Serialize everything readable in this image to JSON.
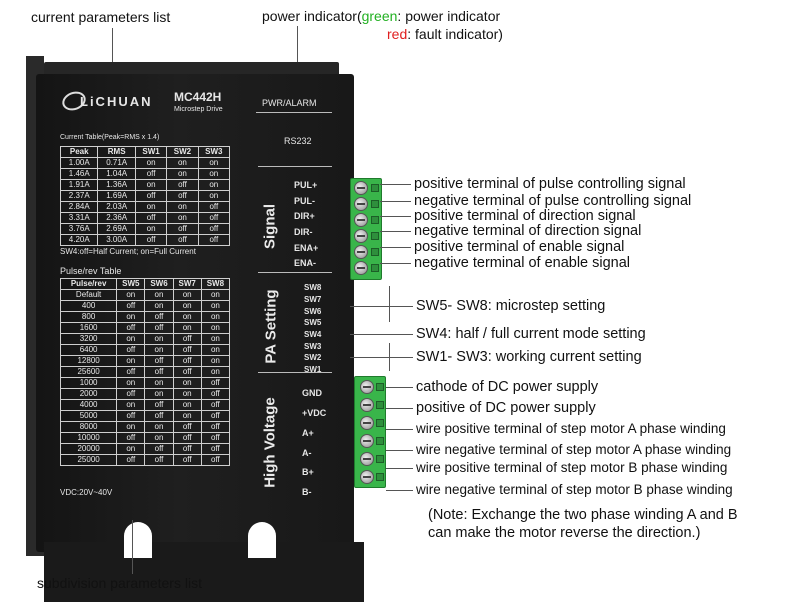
{
  "callouts": {
    "current_params": "current parameters list",
    "power_indicator_prefix": "power indicator(",
    "power_green_word": "green",
    "power_green_rest": ": power indicator",
    "power_red_word": "red",
    "power_red_rest": ": fault indicator)",
    "subdivision_params": "subdivision parameters list"
  },
  "signal_callouts": [
    "positive terminal of  pulse controlling signal",
    "negative terminal of  pulse controlling signal",
    "positive terminal of direction signal",
    "negative terminal of direction signal",
    "positive terminal of enable signal",
    "negative terminal of enable signal"
  ],
  "switch_callouts": [
    "SW5- SW8: microstep setting",
    "SW4: half / full current mode setting",
    "SW1- SW3: working current setting"
  ],
  "power_callouts": [
    "cathode of DC power supply",
    "positive of DC power supply",
    "wire positive terminal of step motor A phase winding",
    "wire negative terminal of step motor A phase winding",
    "wire positive terminal of step motor B phase winding",
    "wire negative terminal of step motor B phase winding"
  ],
  "note_line1": "(Note: Exchange the two phase winding A and B",
  "note_line2": "can make the motor reverse the direction.)",
  "device": {
    "brand": "LiCHUAN",
    "model": "MC442H",
    "subtitle": "Microstep Drive",
    "pwr_alarm": "PWR/ALARM",
    "rs232": "RS232",
    "current_table_title": "Current Table(Peak=RMS x 1.4)",
    "current_table_header": [
      "Peak",
      "RMS",
      "SW1",
      "SW2",
      "SW3"
    ],
    "current_table_rows": [
      [
        "1.00A",
        "0.71A",
        "on",
        "on",
        "on"
      ],
      [
        "1.46A",
        "1.04A",
        "off",
        "on",
        "on"
      ],
      [
        "1.91A",
        "1.36A",
        "on",
        "off",
        "on"
      ],
      [
        "2.37A",
        "1.69A",
        "off",
        "off",
        "on"
      ],
      [
        "2.84A",
        "2.03A",
        "on",
        "on",
        "off"
      ],
      [
        "3.31A",
        "2.36A",
        "off",
        "on",
        "off"
      ],
      [
        "3.76A",
        "2.69A",
        "on",
        "off",
        "off"
      ],
      [
        "4.20A",
        "3.00A",
        "off",
        "off",
        "off"
      ]
    ],
    "sw4_note": "SW4:off=Half Current;  on=Full Current",
    "pulse_table_title": "Pulse/rev Table",
    "pulse_table_header": [
      "Pulse/rev",
      "SW5",
      "SW6",
      "SW7",
      "SW8"
    ],
    "pulse_table_rows": [
      [
        "Default",
        "on",
        "on",
        "on",
        "on"
      ],
      [
        "400",
        "off",
        "on",
        "on",
        "on"
      ],
      [
        "800",
        "on",
        "off",
        "on",
        "on"
      ],
      [
        "1600",
        "off",
        "off",
        "on",
        "on"
      ],
      [
        "3200",
        "on",
        "on",
        "off",
        "on"
      ],
      [
        "6400",
        "off",
        "on",
        "off",
        "on"
      ],
      [
        "12800",
        "on",
        "off",
        "off",
        "on"
      ],
      [
        "25600",
        "off",
        "off",
        "off",
        "on"
      ],
      [
        "1000",
        "on",
        "on",
        "on",
        "off"
      ],
      [
        "2000",
        "off",
        "on",
        "on",
        "off"
      ],
      [
        "4000",
        "on",
        "off",
        "on",
        "off"
      ],
      [
        "5000",
        "off",
        "off",
        "on",
        "off"
      ],
      [
        "8000",
        "on",
        "on",
        "off",
        "off"
      ],
      [
        "10000",
        "off",
        "on",
        "off",
        "off"
      ],
      [
        "20000",
        "on",
        "off",
        "off",
        "off"
      ],
      [
        "25000",
        "off",
        "off",
        "off",
        "off"
      ]
    ],
    "vdc": "VDC:20V~40V",
    "signal_label": "Signal",
    "pa_label": "PA Setting",
    "hv_label": "High Voltage",
    "signal_pins": [
      "PUL+",
      "PUL-",
      "DIR+",
      "DIR-",
      "ENA+",
      "ENA-"
    ],
    "switches": [
      "SW8",
      "SW7",
      "SW6",
      "SW5",
      "SW4",
      "SW3",
      "SW2",
      "SW1"
    ],
    "power_pins": [
      "GND",
      "+VDC",
      "A+",
      "A-",
      "B+",
      "B-"
    ]
  },
  "colors": {
    "green": "#22b022",
    "red": "#e02020",
    "terminal_green": "#39b54a"
  }
}
